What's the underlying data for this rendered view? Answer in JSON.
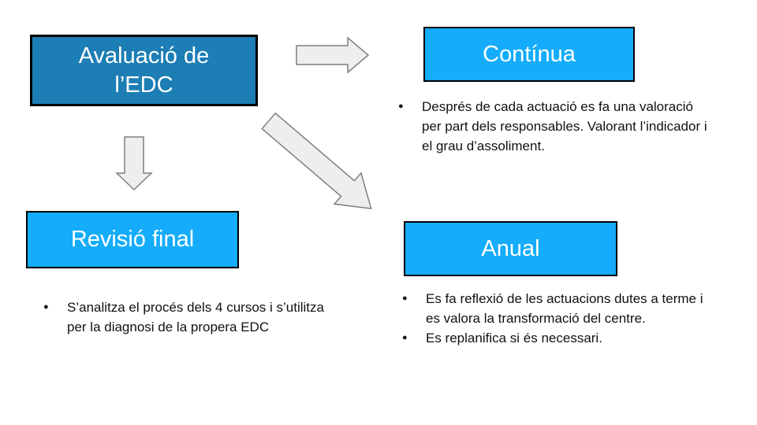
{
  "slide": {
    "title": "Avaluació de l’EDC"
  },
  "colors": {
    "dark_blue_box": "#1c7eb5",
    "light_blue_box": "#14acfb",
    "box_border": "#000000",
    "arrow_fill": "#efeeec",
    "arrow_stroke": "#7f7f7f",
    "body_text": "#111111",
    "box_text": "#ffffff"
  },
  "boxes": {
    "avaluacio": {
      "label": "Avaluació de\nl’EDC"
    },
    "continua": {
      "label": "Contínua"
    },
    "revisio_final": {
      "label": "Revisió final"
    },
    "anual": {
      "label": "Anual"
    }
  },
  "bullets": {
    "continua": [
      "Després de cada actuació es fa una valoració\nper part dels responsables. Valorant l’indicador i\nel grau d’assoliment."
    ],
    "revisio_final": [
      "S’analitza el procés dels 4 cursos i s’utilitza\nper la diagnosi de la propera EDC"
    ],
    "anual": [
      "Es fa reflexió de les actuacions dutes a terme i\nes valora la transformació del centre.",
      "Es replanifica si és necessari."
    ]
  },
  "bullet_glyph": "●",
  "arrows": [
    {
      "name": "right-arrow",
      "from": "avaluacio",
      "to": "continua"
    },
    {
      "name": "down-arrow",
      "from": "avaluacio",
      "to": "revisio_final"
    },
    {
      "name": "diagonal-arrow",
      "from": "avaluacio",
      "to": "anual"
    }
  ]
}
